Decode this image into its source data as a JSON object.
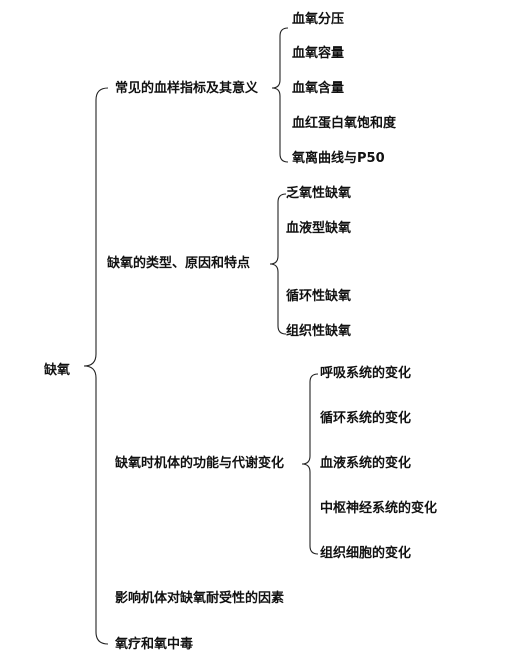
{
  "root": {
    "label": "缺氧"
  },
  "groups": [
    {
      "label": "常见的血样指标及其意义",
      "children": [
        "血氧分压",
        "血氧容量",
        "血氧含量",
        "血红蛋白氧饱和度",
        "氧离曲线与P50"
      ]
    },
    {
      "label": "缺氧的类型、原因和特点",
      "children": [
        "乏氧性缺氧",
        "血液型缺氧",
        "循环性缺氧",
        "组织性缺氧"
      ]
    },
    {
      "label": "缺氧时机体的功能与代谢变化",
      "children": [
        "呼吸系统的变化",
        "循环系统的变化",
        "血液系统的变化",
        "中枢神经系统的变化",
        "组织细胞的变化"
      ]
    },
    {
      "label": "影响机体对缺氧耐受性的因素",
      "children": []
    },
    {
      "label": "氧疗和氧中毒",
      "children": []
    }
  ]
}
